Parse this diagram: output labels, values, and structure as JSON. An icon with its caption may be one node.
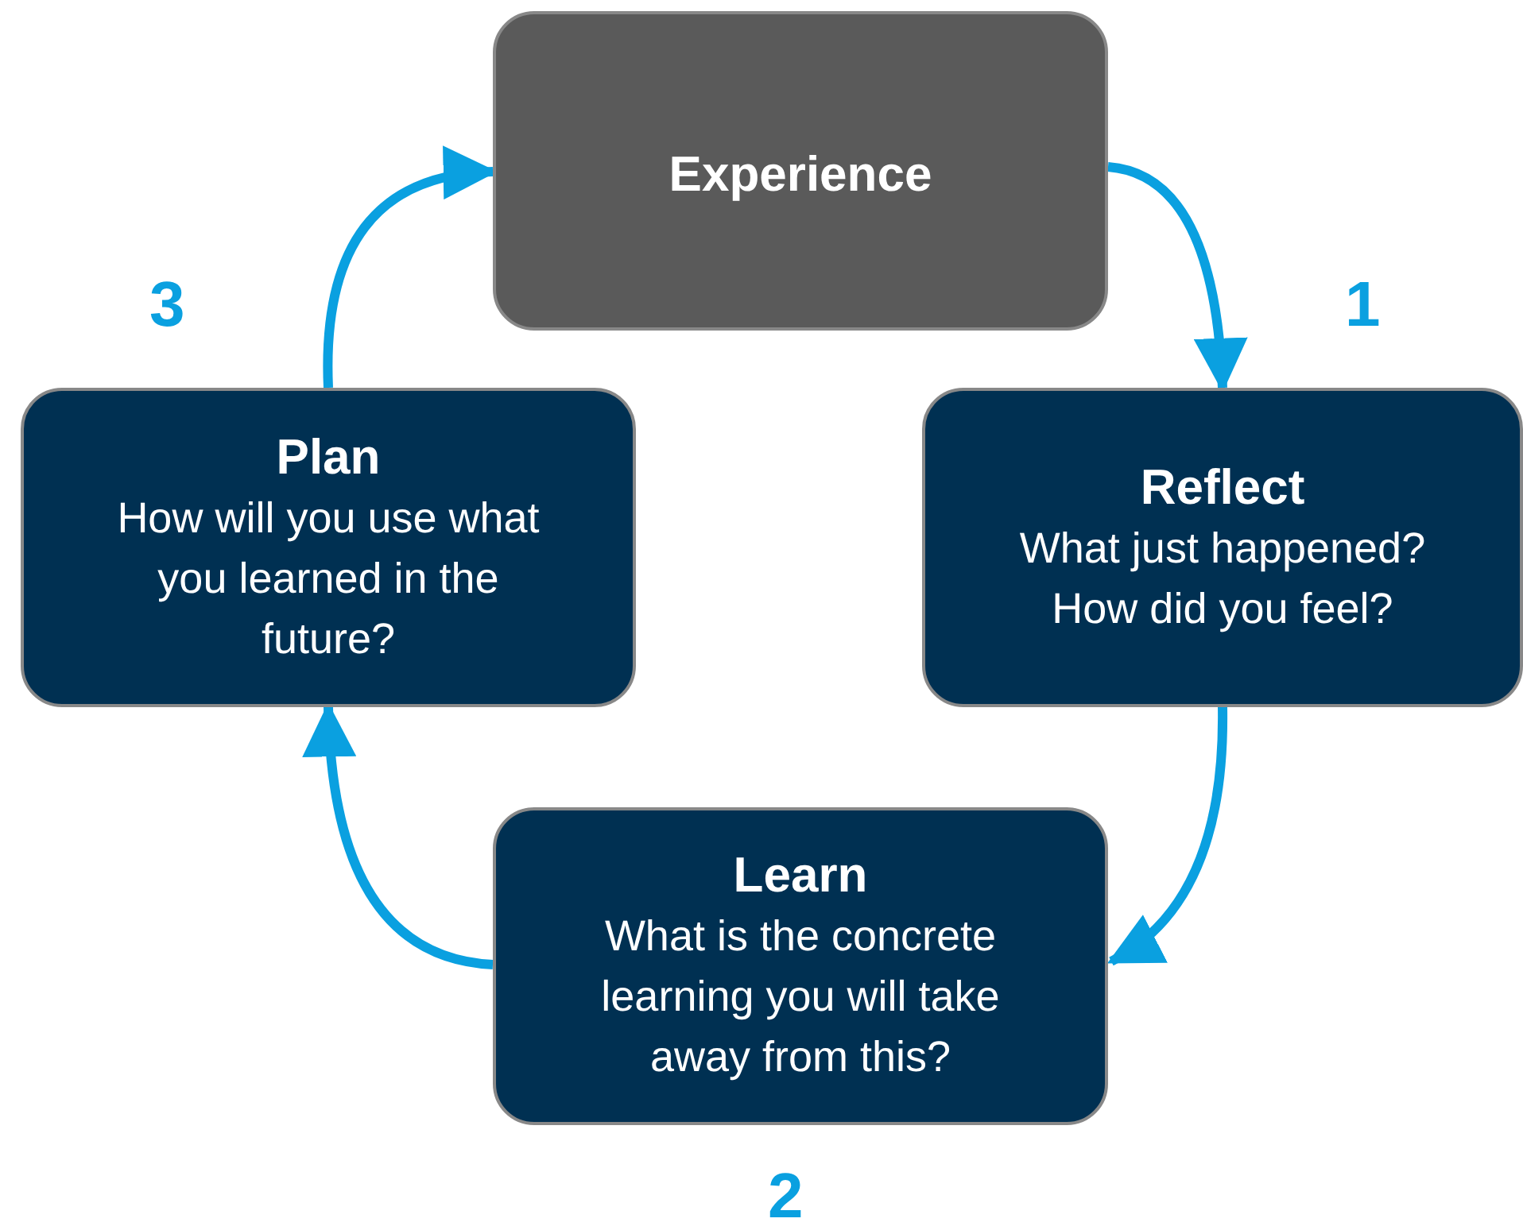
{
  "diagram": {
    "nodes": [
      {
        "text": [
          "Experience"
        ]
      },
      {
        "text": [
          "Reflect",
          "What just happened? How did you feel?"
        ]
      },
      {
        "text": [
          "Learn",
          "What is the concrete learning you will take away from this?"
        ]
      },
      {
        "text": [
          "Plan",
          "How will you use what you learned in the future?"
        ]
      }
    ],
    "edges": [
      {
        "from": 0,
        "to": 1,
        "arrow": "to"
      },
      {
        "from": 1,
        "to": 2,
        "arrow": "to"
      },
      {
        "from": 2,
        "to": 3,
        "arrow": "to"
      },
      {
        "from": 3,
        "to": 0,
        "arrow": "to"
      }
    ],
    "labels": [
      "1",
      "2",
      "3"
    ]
  }
}
